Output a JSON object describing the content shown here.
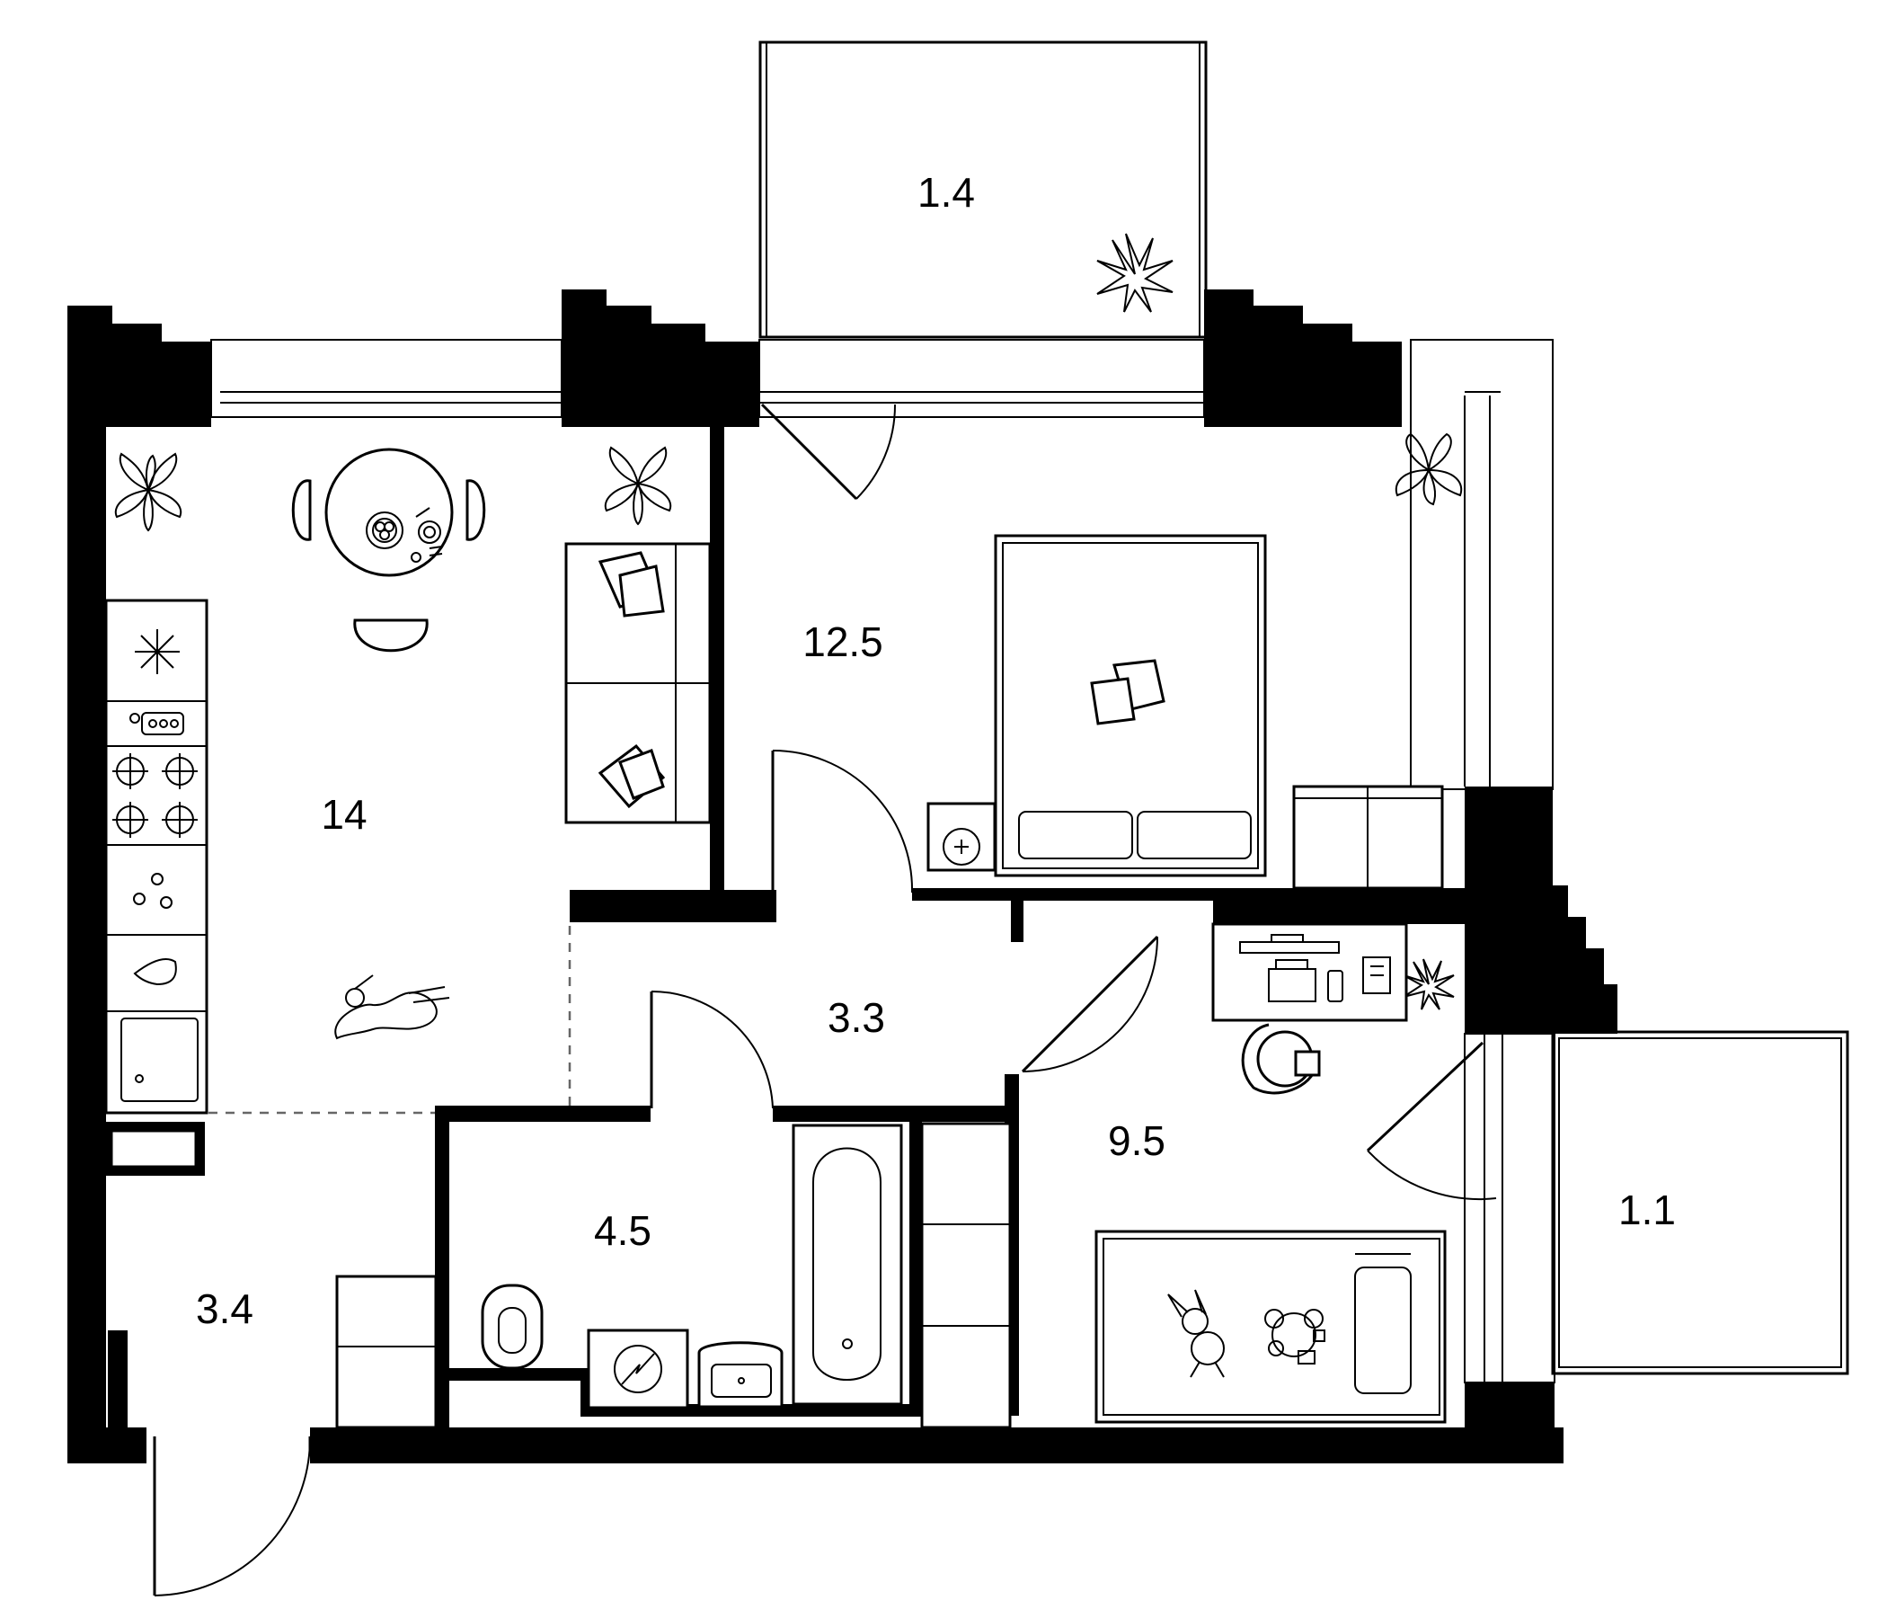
{
  "floor_plan": {
    "rooms": [
      {
        "id": "balcony-top",
        "area": "1.4"
      },
      {
        "id": "kitchen-living",
        "area": "14"
      },
      {
        "id": "bedroom",
        "area": "12.5"
      },
      {
        "id": "hallway",
        "area": "3.3"
      },
      {
        "id": "bathroom",
        "area": "4.5"
      },
      {
        "id": "entrance",
        "area": "3.4"
      },
      {
        "id": "kids-room",
        "area": "9.5"
      },
      {
        "id": "balcony-right",
        "area": "1.1"
      }
    ]
  },
  "colors": {
    "wall": "#000000",
    "background": "#ffffff",
    "dashed_line": "#666666"
  },
  "icons": [
    "plant-icon",
    "dining-table-icon",
    "sofa-icon",
    "pillow-icon",
    "fridge-icon",
    "cutting-board-icon",
    "stove-icon",
    "sink-icon",
    "cat-icon",
    "bed-icon",
    "washing-machine-icon",
    "desk-icon",
    "office-chair-icon",
    "toilet-icon",
    "bathtub-icon",
    "water-heater-icon",
    "toy-bunny-icon",
    "toy-bear-icon",
    "wardrobe-icon",
    "door-icon"
  ]
}
